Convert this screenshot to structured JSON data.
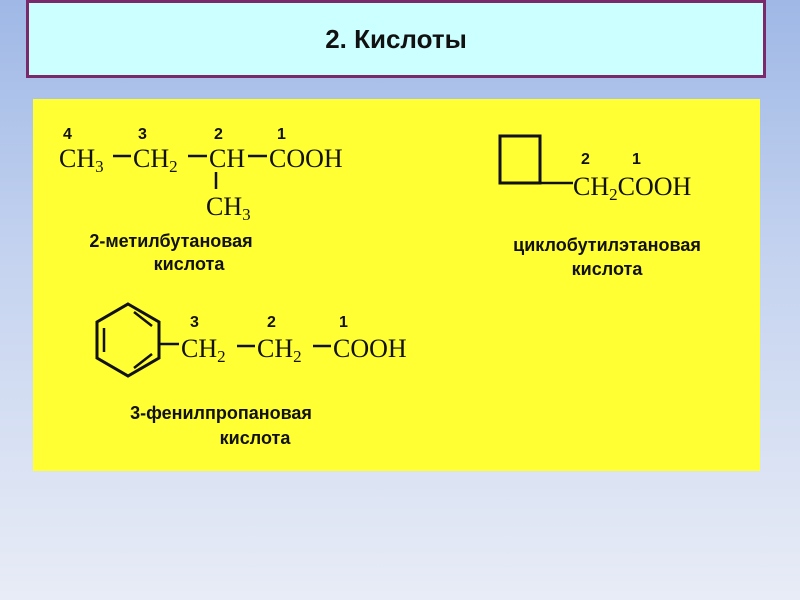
{
  "slide": {
    "title": "2. Кислоты"
  },
  "compound1": {
    "numbers": [
      "4",
      "3",
      "2",
      "1"
    ],
    "groups": [
      "CH",
      "3",
      "CH",
      "2",
      "CH",
      "COOH",
      "CH",
      "3"
    ],
    "name_line1": "2-метилбутановая",
    "name_line2": "кислота"
  },
  "compound2": {
    "numbers": [
      "2",
      "1"
    ],
    "groups": [
      "CH",
      "2",
      "COOH"
    ],
    "name_line1": "циклобутилэтановая",
    "name_line2": "кислота"
  },
  "compound3": {
    "numbers": [
      "3",
      "2",
      "1"
    ],
    "groups": [
      "CH",
      "2",
      "CH",
      "2",
      "COOH"
    ],
    "name_line1": "3-фенилпропановая",
    "name_line2": "кислота"
  },
  "colors": {
    "panel": "#ffff33",
    "title_bg": "#ccffff",
    "title_border": "#7a2a6a"
  }
}
